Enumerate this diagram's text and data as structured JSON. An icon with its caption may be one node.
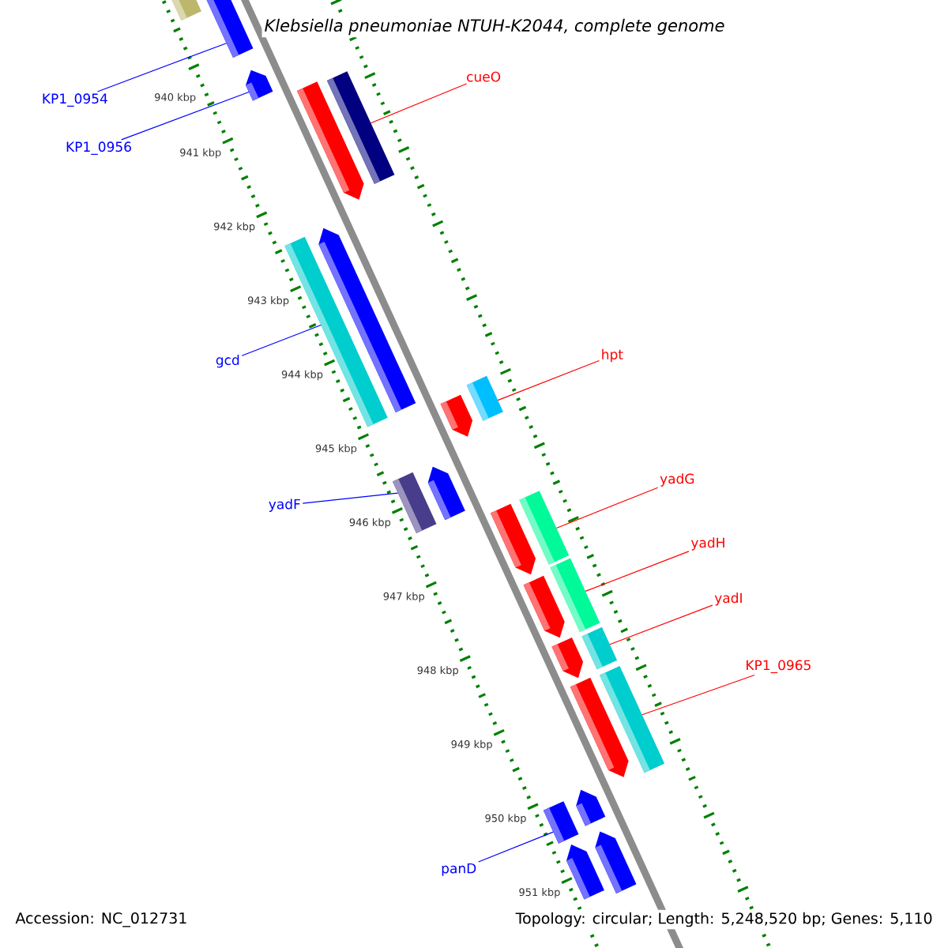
{
  "diagram": {
    "title": "Klebsiella pneumoniae NTUH-K2044, complete genome",
    "nodes": [
      {
        "text": [
          "cueO"
        ]
      },
      {
        "text": [
          "KP1_0954"
        ]
      },
      {
        "text": [
          "KP1_0956"
        ]
      },
      {
        "text": [
          "hpt"
        ]
      },
      {
        "text": [
          "gcd"
        ]
      },
      {
        "text": [
          "yadG"
        ]
      },
      {
        "text": [
          "yadH"
        ]
      },
      {
        "text": [
          "yadF"
        ]
      },
      {
        "text": [
          "yadI"
        ]
      },
      {
        "text": [
          "KP1_0965"
        ]
      },
      {
        "text": [
          "panD"
        ]
      },
      {
        "text": [],
        "shape": "bar"
      },
      {
        "text": [],
        "shape": "bar"
      },
      {
        "text": [],
        "shape": "bar"
      },
      {
        "text": [],
        "shape": "bar"
      },
      {
        "text": [],
        "shape": "bar"
      },
      {
        "text": [],
        "shape": "bar"
      },
      {
        "text": [],
        "shape": "bar"
      },
      {
        "text": [],
        "shape": "bar"
      },
      {
        "text": [],
        "shape": "bar"
      },
      {
        "text": [],
        "shape": "bar"
      },
      {
        "text": [],
        "shape": "bar"
      },
      {
        "text": [],
        "shape": "bar"
      },
      {
        "text": [],
        "shape": "bar"
      },
      {
        "text": [],
        "shape": "bar"
      },
      {
        "text": [],
        "shape": "bar"
      },
      {
        "text": [],
        "shape": "bar"
      },
      {
        "text": [],
        "shape": "bar"
      },
      {
        "text": [],
        "shape": "bar"
      },
      {
        "text": [],
        "shape": "bar"
      },
      {
        "text": [],
        "shape": "bar"
      },
      {
        "text": [],
        "shape": "bar"
      },
      {
        "text": [],
        "shape": "bar"
      },
      {
        "text": [],
        "shape": "bar"
      }
    ],
    "edges": [
      {
        "from": 0,
        "to": 15,
        "arrow": "none"
      },
      {
        "from": 1,
        "to": 12,
        "arrow": "none",
        "color": "#0000ff"
      },
      {
        "from": 2,
        "to": 13,
        "arrow": "none",
        "color": "#0000ff"
      },
      {
        "from": 3,
        "to": 18,
        "arrow": "none"
      },
      {
        "from": 4,
        "to": 16,
        "arrow": "none",
        "color": "#0000ff"
      },
      {
        "from": 5,
        "to": 23,
        "arrow": "none"
      },
      {
        "from": 6,
        "to": 24,
        "arrow": "none"
      },
      {
        "from": 7,
        "to": 20,
        "arrow": "none",
        "color": "#0000ff"
      },
      {
        "from": 8,
        "to": 27,
        "arrow": "none"
      },
      {
        "from": 9,
        "to": 29,
        "arrow": "none"
      },
      {
        "from": 10,
        "to": 31,
        "arrow": "none",
        "color": "#0000ff"
      }
    ],
    "labels": [
      "940 kbp",
      "941 kbp",
      "942 kbp",
      "943 kbp",
      "944 kbp",
      "945 kbp",
      "946 kbp",
      "947 kbp",
      "948 kbp",
      "949 kbp",
      "950 kbp",
      "951 kbp",
      "Accession: NC_012731",
      "Topology: circular; Length: 5,248,520 bp; Genes: 5,110"
    ]
  }
}
